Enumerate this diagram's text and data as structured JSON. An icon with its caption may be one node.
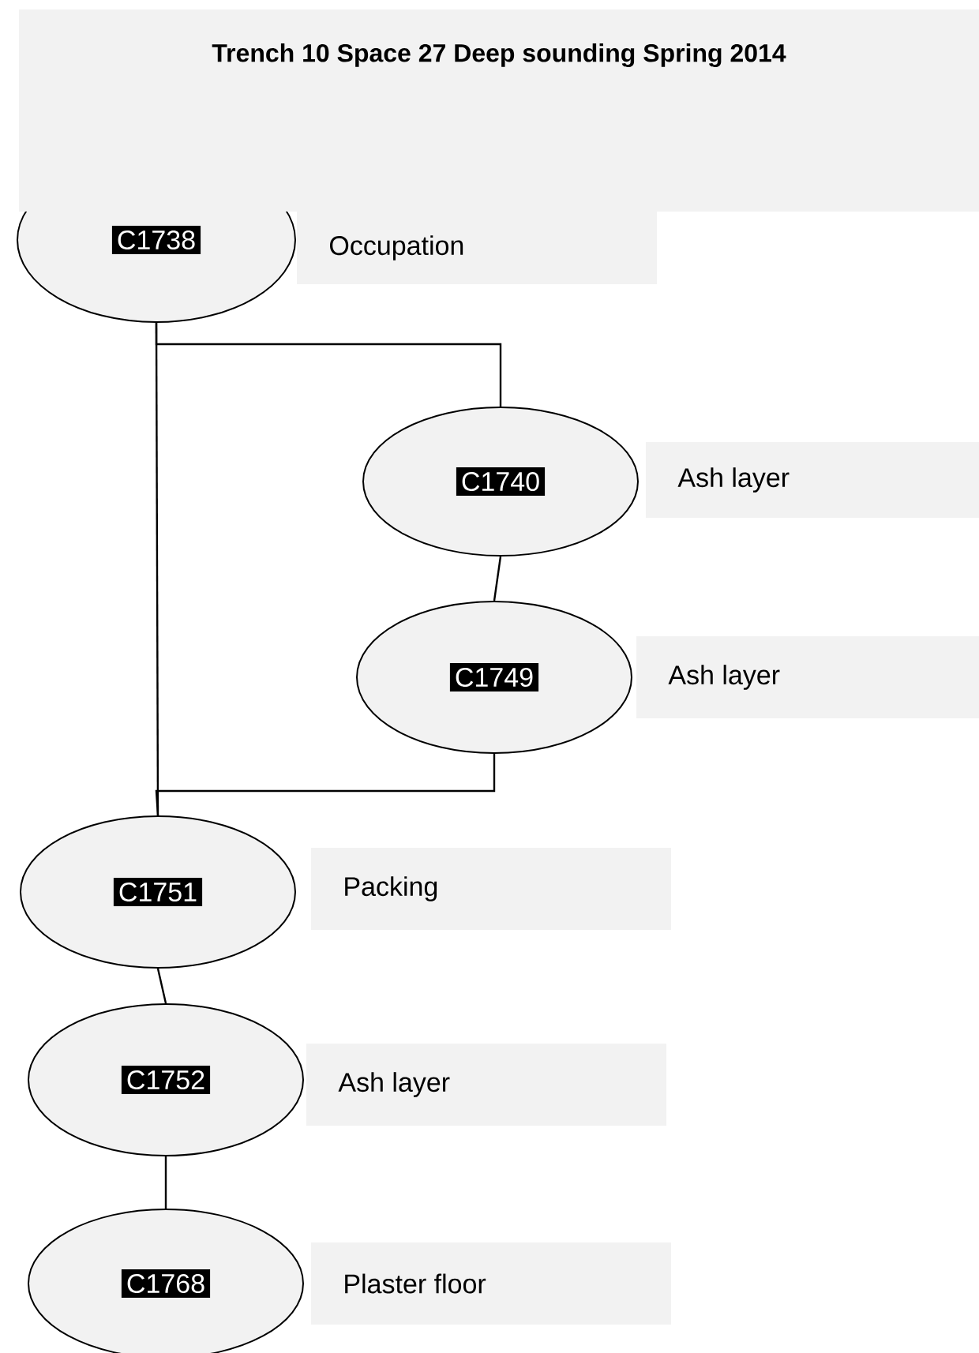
{
  "diagram": {
    "title": "Trench 10 Space 27 Deep sounding Spring 2014",
    "nodes": [
      {
        "text": [
          "C1738"
        ],
        "beside": [
          "Occupation"
        ]
      },
      {
        "text": [
          "C1740"
        ],
        "beside": [
          "Ash layer"
        ]
      },
      {
        "text": [
          "C1749"
        ],
        "beside": [
          "Ash layer"
        ]
      },
      {
        "text": [
          "C1751"
        ],
        "beside": [
          "Packing"
        ]
      },
      {
        "text": [
          "C1752"
        ],
        "beside": [
          "Ash layer"
        ]
      },
      {
        "text": [
          "C1768"
        ],
        "beside": [
          "Plaster floor"
        ]
      }
    ],
    "edges": [
      {
        "from": 0,
        "to": 3,
        "arrow": "none"
      },
      {
        "from": 0,
        "to": 1,
        "arrow": "none"
      },
      {
        "from": 1,
        "to": 2,
        "arrow": "none"
      },
      {
        "from": 2,
        "to": 3,
        "arrow": "none"
      },
      {
        "from": 3,
        "to": 4,
        "arrow": "none"
      },
      {
        "from": 4,
        "to": 5,
        "arrow": "none"
      }
    ]
  }
}
